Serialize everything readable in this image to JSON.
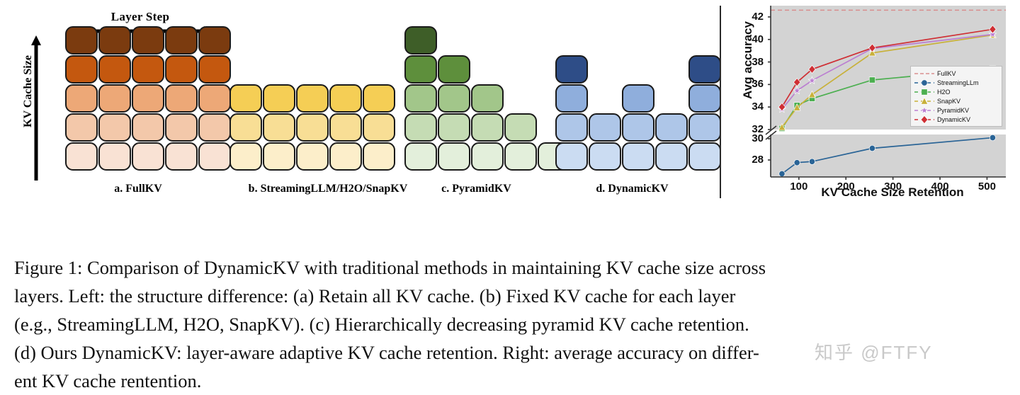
{
  "figure": {
    "axis_x_label": "Layer Step",
    "axis_y_label": "KV Cache Size",
    "panels": [
      {
        "id": "fullkv",
        "caption": "a. FullKV",
        "column_heights": [
          5,
          5,
          5,
          5,
          5
        ],
        "palette": [
          "#7B3B0F",
          "#C4580F",
          "#EDA877",
          "#F3C8AA",
          "#F9E2D4"
        ]
      },
      {
        "id": "streamingllm",
        "caption": "b. StreamingLLM/H2O/SnapKV",
        "column_heights": [
          3,
          3,
          3,
          3,
          3
        ],
        "palette": [
          "#F5CE55",
          "#F8DE95",
          "#FCEECA"
        ]
      },
      {
        "id": "pyramidkv",
        "caption": "c. PyramidKV",
        "column_heights": [
          5,
          4,
          3,
          2,
          1
        ],
        "palette": [
          "#3E5E28",
          "#5E8F3C",
          "#A2C68A",
          "#C5DCB4",
          "#E3EFDB"
        ]
      },
      {
        "id": "dynamickv",
        "caption": "d. DynamicKV",
        "column_heights": [
          4,
          2,
          3,
          2,
          4
        ],
        "palette": [
          "#2E4D87",
          "#8FAEDC",
          "#AEC6E8",
          "#CBDCF2"
        ]
      }
    ]
  },
  "chart_data": {
    "type": "line",
    "title": "",
    "xlabel": "KV Cache Size Retention",
    "ylabel": "Avg accuracy",
    "grid": false,
    "legend_position": "center right",
    "broken_axis": true,
    "x": [
      64,
      96,
      128,
      256,
      512
    ],
    "xticks": [
      100,
      200,
      300,
      400,
      500
    ],
    "xlim": [
      40,
      540
    ],
    "upper_panel": {
      "ylim": [
        32,
        43
      ],
      "yticks": [
        32,
        34,
        36,
        38,
        40,
        42
      ]
    },
    "lower_panel": {
      "ylim": [
        26.4,
        30.4
      ],
      "yticks": [
        28,
        30
      ]
    },
    "series": [
      {
        "name": "FullKV",
        "marker": "none",
        "linestyle": "dashed",
        "color": "#d98e8e",
        "constant": 42.6,
        "panel": "upper"
      },
      {
        "name": "StreamingLLm",
        "marker": "circle",
        "linestyle": "solid",
        "color": "#2a6496",
        "values": [
          26.7,
          27.75,
          27.85,
          29.1,
          30.1
        ],
        "panel": "lower"
      },
      {
        "name": "H2O",
        "marker": "square",
        "linestyle": "solid",
        "color": "#4caf50",
        "values": [
          32.1,
          34.15,
          34.75,
          36.4,
          37.4
        ],
        "panel": "upper"
      },
      {
        "name": "SnapKV",
        "marker": "triangle",
        "linestyle": "solid",
        "color": "#c8b13a",
        "values": [
          32.2,
          33.95,
          35.1,
          38.8,
          40.4
        ],
        "panel": "upper"
      },
      {
        "name": "PyramidKV",
        "marker": "star",
        "linestyle": "solid",
        "color": "#bb7fd1",
        "values": [
          33.8,
          35.45,
          36.35,
          39.2,
          40.45
        ],
        "panel": "upper"
      },
      {
        "name": "DynamicKV",
        "marker": "diamond",
        "linestyle": "solid",
        "color": "#cf2f34",
        "values": [
          34.0,
          36.2,
          37.35,
          39.25,
          40.9
        ],
        "panel": "upper"
      }
    ]
  },
  "caption": {
    "line1": "Figure 1: Comparison of DynamicKV with traditional methods in maintaining KV cache size across",
    "line2": "layers. Left: the structure difference: (a) Retain all KV cache. (b) Fixed KV cache for each layer",
    "line3": "(e.g., StreamingLLM, H2O, SnapKV). (c) Hierarchically decreasing pyramid KV cache retention.",
    "line4": "(d) Ours DynamicKV: layer-aware adaptive KV cache retention. Right: average accuracy on differ-",
    "line5": "ent KV cache rentention."
  },
  "watermark": "知乎 @FTFY"
}
